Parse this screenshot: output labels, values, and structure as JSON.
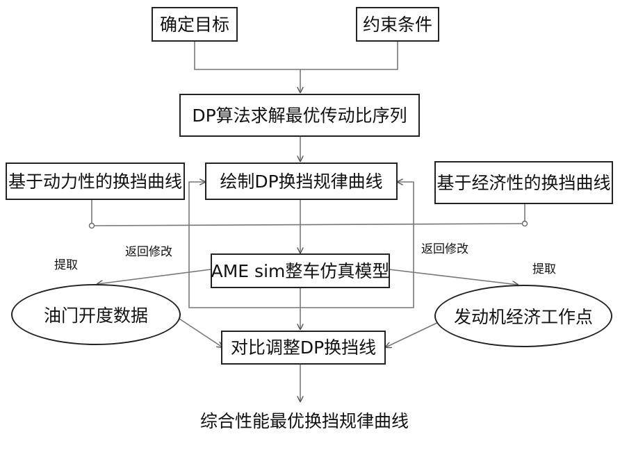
{
  "nodes": {
    "goal": "确定目标",
    "constraint": "约束条件",
    "dp_solve": "DP算法求解最优传动比序列",
    "dynamic_curve": "基于动力性的换挡曲线",
    "draw_dp": "绘制DP换挡规律曲线",
    "economy_curve": "基于经济性的换挡曲线",
    "ame_model": "AME sim整车仿真模型",
    "throttle_data": "油门开度数据",
    "engine_point": "发动机经济工作点",
    "compare_adjust": "对比调整DP换挡线",
    "final_curve": "综合性能最优换挡规律曲线"
  },
  "labels": {
    "return_left": "返回修改",
    "return_right": "返回修改",
    "extract_left": "提取",
    "extract_right": "提取"
  }
}
